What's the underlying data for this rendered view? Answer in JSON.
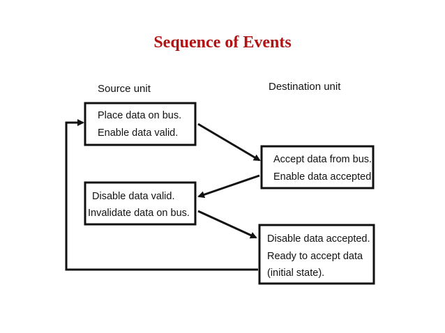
{
  "title": "Sequence of Events",
  "columns": {
    "source": "Source unit",
    "destination": "Destination unit"
  },
  "boxes": [
    {
      "lines": [
        "Place data on bus.",
        "Enable data valid."
      ]
    },
    {
      "lines": [
        "Accept data from bus.",
        "Enable data accepted"
      ]
    },
    {
      "lines": [
        "Disable data valid.",
        "Invalidate data on bus."
      ]
    },
    {
      "lines": [
        "Disable data accepted.",
        "Ready to accept data",
        "(initial state)."
      ]
    }
  ],
  "colors": {
    "title": "#b01313",
    "lines": "#111111"
  }
}
